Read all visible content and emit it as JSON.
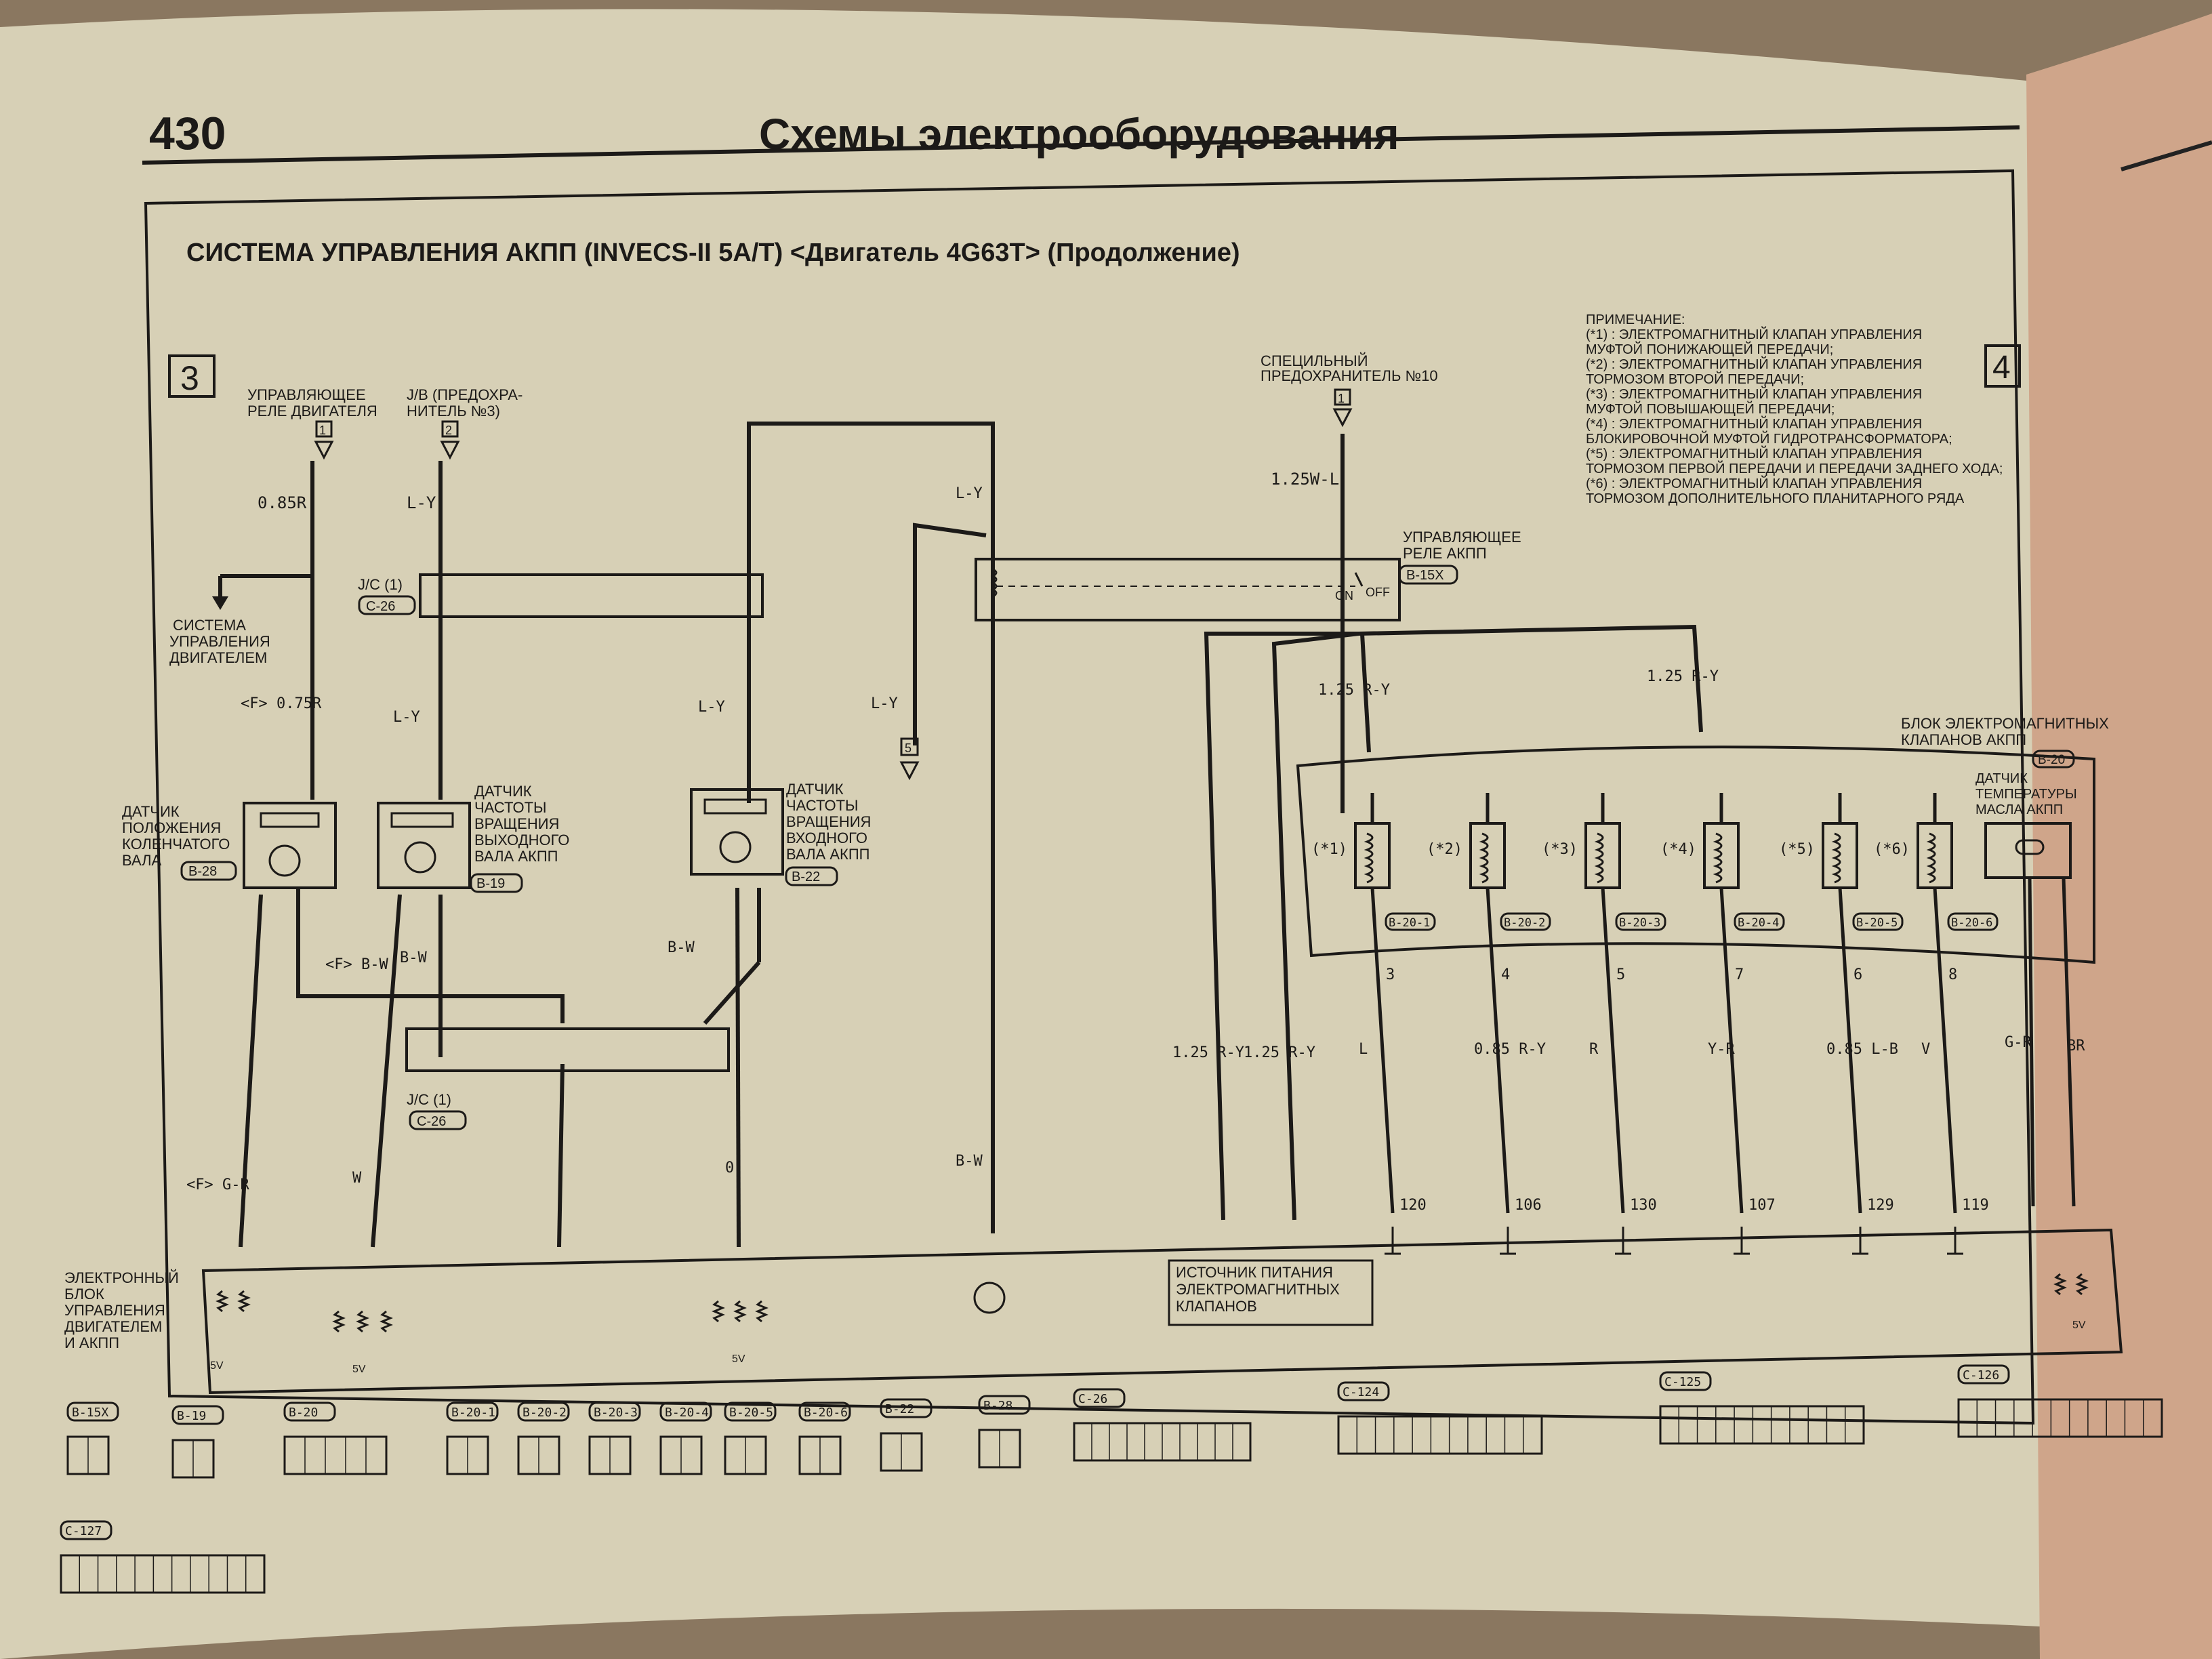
{
  "page": {
    "number": "430",
    "header": "Схемы электрооборудования"
  },
  "diagram": {
    "title": "СИСТЕМА УПРАВЛЕНИЯ АКПП (INVECS-II 5A/T) <Двигатель 4G63T> (Продолжение)",
    "section_left": "3",
    "section_right": "4"
  },
  "notes": {
    "heading": "ПРИМЕЧАНИЕ:",
    "lines": [
      "(*1) : ЭЛЕКТРОМАГНИТНЫЙ КЛАПАН УПРАВЛЕНИЯ",
      "МУФТОЙ ПОНИЖАЮЩЕЙ ПЕРЕДАЧИ;",
      "(*2) : ЭЛЕКТРОМАГНИТНЫЙ КЛАПАН УПРАВЛЕНИЯ",
      "ТОРМОЗОМ ВТОРОЙ ПЕРЕДАЧИ;",
      "(*3) : ЭЛЕКТРОМАГНИТНЫЙ КЛАПАН УПРАВЛЕНИЯ",
      "МУФТОЙ ПОВЫШАЮЩЕЙ ПЕРЕДАЧИ;",
      "(*4) : ЭЛЕКТРОМАГНИТНЫЙ КЛАПАН УПРАВЛЕНИЯ",
      "БЛОКИРОВОЧНОЙ МУФТОЙ ГИДРОТРАНСФОРМАТОРА;",
      "(*5) : ЭЛЕКТРОМАГНИТНЫЙ КЛАПАН УПРАВЛЕНИЯ",
      "ТОРМОЗОМ ПЕРВОЙ ПЕРЕДАЧИ И ПЕРЕДАЧИ ЗАДНЕГО ХОДА;",
      "(*6) : ЭЛЕКТРОМАГНИТНЫЙ КЛАПАН УПРАВЛЕНИЯ",
      "ТОРМОЗОМ ДОПОЛНИТЕЛЬНОГО ПЛАНИТАРНОГО РЯДА"
    ]
  },
  "top_sources": {
    "engine_relay": {
      "label1": "УПРАВЛЯЮЩЕЕ",
      "label2": "РЕЛЕ ДВИГАТЕЛЯ",
      "num": "1",
      "wire": "0.85R"
    },
    "jb": {
      "label1": "J/B (ПРЕДОХРА-",
      "label2": "НИТЕЛЬ №3)",
      "num": "2",
      "wire": "L-Y"
    },
    "fuse10": {
      "label1": "СПЕЦИЛЬНЫЙ",
      "label2": "ПРЕДОХРАНИТЕЛЬ №10",
      "num": "1",
      "wire": "1.25W-L"
    },
    "mid_connector": {
      "num": "5"
    }
  },
  "engine_system": {
    "l1": "СИСТЕМА",
    "l2": "УПРАВЛЕНИЯ",
    "l3": "ДВИГАТЕЛЕМ"
  },
  "sensors": {
    "crank": {
      "l1": "ДАТЧИК",
      "l2": "ПОЛОЖЕНИЯ",
      "l3": "КОЛЕНЧАТОГО",
      "l4": "ВАЛА",
      "conn": "B-28"
    },
    "output": {
      "l1": "ДАТЧИК",
      "l2": "ЧАСТОТЫ",
      "l3": "ВРАЩЕНИЯ",
      "l4": "ВЫХОДНОГО",
      "l5": "ВАЛА АКПП",
      "conn": "B-19"
    },
    "input": {
      "l1": "ДАТЧИК",
      "l2": "ЧАСТОТЫ",
      "l3": "ВРАЩЕНИЯ",
      "l4": "ВХОДНОГО",
      "l5": "ВАЛА АКПП",
      "conn": "B-22"
    }
  },
  "jc_upper": {
    "label": "J/C (1)",
    "conn": "C-26"
  },
  "jc_lower": {
    "label": "J/C (1)",
    "conn": "C-26"
  },
  "relay": {
    "l1": "УПРАВЛЯЮЩЕЕ",
    "l2": "РЕЛЕ АКПП",
    "conn": "B-15X",
    "on": "ON",
    "off": "OFF"
  },
  "solenoid_block": {
    "l1": "БЛОК ЭЛЕКТРОМАГНИТНЫХ",
    "l2": "КЛАПАНОВ АКПП",
    "conn": "B-20",
    "temp_l1": "ДАТЧИК",
    "temp_l2": "ТЕМПЕРАТУРЫ",
    "temp_l3": "МАСЛА АКПП",
    "valves": [
      {
        "tag": "(*1)",
        "conn": "B-20-1",
        "pin": "3",
        "wire": "L",
        "ecu": "120"
      },
      {
        "tag": "(*2)",
        "conn": "B-20-2",
        "pin": "4",
        "wire": "0.85 R-Y",
        "ecu": "106"
      },
      {
        "tag": "(*3)",
        "conn": "B-20-3",
        "pin": "5",
        "wire": "R",
        "ecu": "130"
      },
      {
        "tag": "(*4)",
        "conn": "B-20-4",
        "pin": "7",
        "wire": "Y-R",
        "ecu": "107"
      },
      {
        "tag": "(*5)",
        "conn": "B-20-5",
        "pin": "6",
        "wire": "0.85 L-B",
        "ecu": "129"
      },
      {
        "tag": "(*6)",
        "conn": "B-20-6",
        "pin": "8",
        "wire": "V",
        "ecu": "119"
      }
    ]
  },
  "wires": {
    "crank_f": "<F> 0.75R",
    "crank_out": "<F> B-W",
    "ecu45": "<F> G-R",
    "w104": "W",
    "bw_out": "B-W",
    "bw16": "B-W",
    "o103": "0",
    "bw50": "B-W",
    "ly_jc": "L-Y",
    "ly_in": "L-Y",
    "ly_top": "L-Y",
    "ly_mid": "L-Y",
    "ry_feed": "1.25 R-Y",
    "ry_left1": "1.25 R-Y",
    "ry_left2": "1.25 R-Y",
    "temp_a": "G-R",
    "temp_b": "BR"
  },
  "ecu": {
    "l1": "ЭЛЕКТРОННЫЙ",
    "l2": "БЛОК",
    "l3": "УПРАВЛЕНИЯ",
    "l4": "ДВИГАТЕЛЕМ",
    "l5": "И АКПП",
    "power_l1": "ИСТОЧНИК ПИТАНИЯ",
    "power_l2": "ЭЛЕКТРОМАГНИТНЫХ",
    "power_l3": "КЛАПАНОВ",
    "v5": "5V"
  },
  "connector_views": [
    "B-15X",
    "B-19",
    "B-20",
    "B-20-1",
    "B-20-2",
    "B-20-3",
    "B-20-4",
    "B-20-5",
    "B-20-6",
    "B-22",
    "B-28",
    "C-26",
    "C-124",
    "C-125",
    "C-126",
    "C-127"
  ]
}
